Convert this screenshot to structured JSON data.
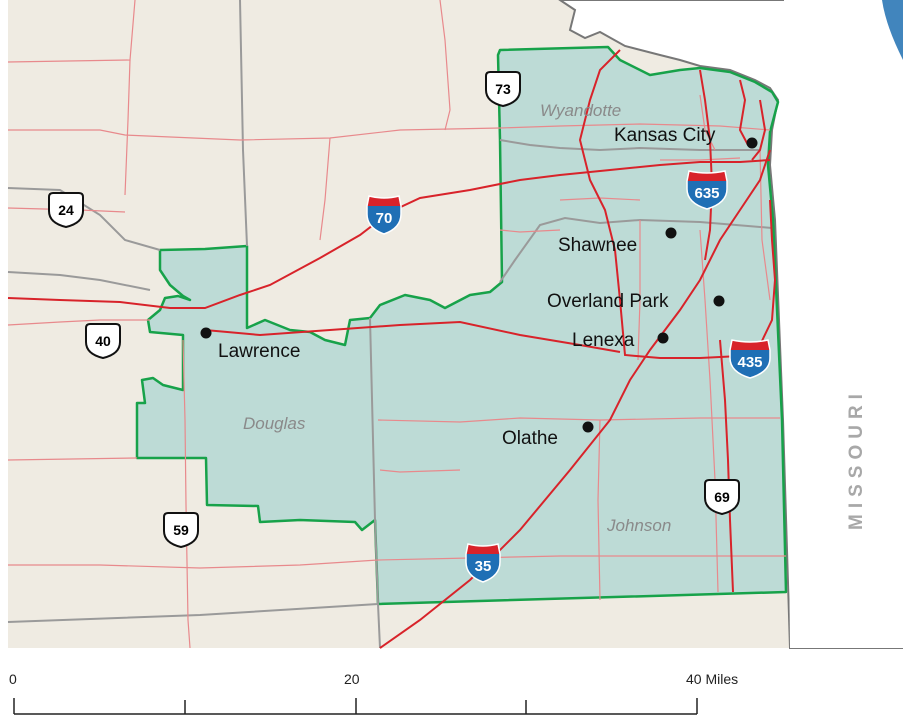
{
  "state_label": "MISSOURI",
  "counties": [
    {
      "id": "wyandotte",
      "name": "Wyandotte"
    },
    {
      "id": "douglas",
      "name": "Douglas"
    },
    {
      "id": "johnson",
      "name": "Johnson"
    }
  ],
  "cities": [
    {
      "id": "kansas-city",
      "name": "Kansas City"
    },
    {
      "id": "shawnee",
      "name": "Shawnee"
    },
    {
      "id": "overland-park",
      "name": "Overland Park"
    },
    {
      "id": "lenexa",
      "name": "Lenexa"
    },
    {
      "id": "lawrence",
      "name": "Lawrence"
    },
    {
      "id": "olathe",
      "name": "Olathe"
    }
  ],
  "us_routes": [
    {
      "id": "us-73",
      "label": "73"
    },
    {
      "id": "us-24",
      "label": "24"
    },
    {
      "id": "us-40",
      "label": "40"
    },
    {
      "id": "us-59",
      "label": "59"
    },
    {
      "id": "us-69",
      "label": "69"
    }
  ],
  "interstates": [
    {
      "id": "i-70",
      "label": "70"
    },
    {
      "id": "i-635",
      "label": "635"
    },
    {
      "id": "i-435",
      "label": "435"
    },
    {
      "id": "i-35",
      "label": "35"
    }
  ],
  "scale_bar": {
    "labels": [
      "0",
      "20",
      "40 Miles"
    ]
  },
  "colors": {
    "land": "#efebe2",
    "district_fill": "#bddbd6",
    "district_border": "#17a24a",
    "highway": "#d8232a",
    "minor_road": "#e8898c",
    "county_line": "#9a9a9a",
    "water": "#ffffff",
    "interstate_blue": "#1f6fb5",
    "interstate_red": "#d8232a"
  }
}
